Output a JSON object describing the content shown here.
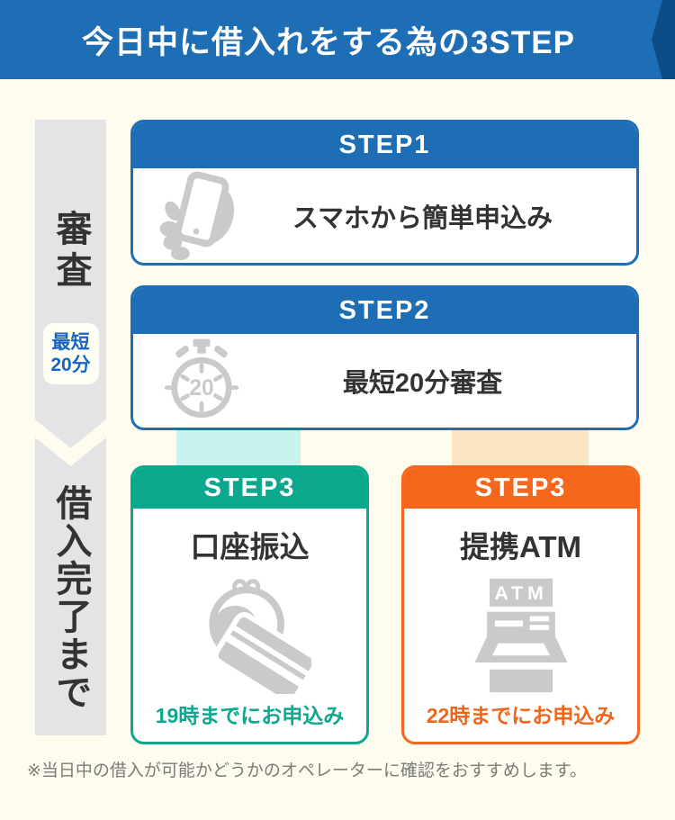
{
  "banner": {
    "title": "今日中に借入れをする為の3STEP"
  },
  "rail": {
    "phase1_label": "審査",
    "badge_line1": "最短",
    "badge_line2": "20分",
    "phase2_label": "借入完了まで"
  },
  "steps": [
    {
      "header": "STEP1",
      "text": "スマホから簡単申込み",
      "icon": "smartphone-in-hand-icon"
    },
    {
      "header": "STEP2",
      "text": "最短20分審査",
      "icon": "stopwatch-icon",
      "stopwatch_number": "20"
    }
  ],
  "step3_options": [
    {
      "header": "STEP3",
      "title": "口座振込",
      "deadline": "19時までにお申込み",
      "icon": "purse-and-card-icon"
    },
    {
      "header": "STEP3",
      "title": "提携ATM",
      "deadline": "22時までにお申込み",
      "icon": "atm-icon",
      "atm_label": "ATM"
    }
  ],
  "note": "※当日中の借入が可能かどうかのオペレーターに確認をおすすめします。",
  "colors": {
    "page_bg": "#fdfcee",
    "banner_blue": "#1d6eb5",
    "ribbon_fold_navy": "#0d4d87",
    "card_border_blue": "#1d6eb5",
    "teal": "#0ca88d",
    "orange": "#f6671e",
    "connector_cyan": "#c8f3ef",
    "connector_peach": "#fce5c2",
    "rail_gray": "#e4e4e6",
    "icon_gray": "#cacaca",
    "badge_text_blue": "#1866c0",
    "text_dark": "#333333",
    "note_gray": "#7c7c76"
  }
}
